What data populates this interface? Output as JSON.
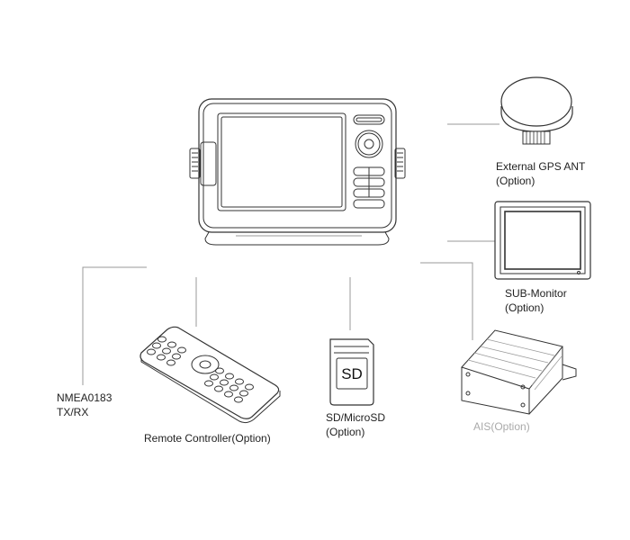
{
  "main_unit": {},
  "devices": {
    "gps": {
      "line1": "External GPS ANT",
      "line2": "(Option)"
    },
    "monitor": {
      "line1": "SUB-Monitor",
      "line2": "(Option)"
    },
    "ais": {
      "line1": "AIS(Option)",
      "color": "#aaaaaa"
    },
    "sd": {
      "line1": "SD/MicroSD",
      "line2": "(Option)",
      "card_text": "SD"
    },
    "remote": {
      "line1": "Remote Controller(Option)"
    },
    "nmea": {
      "line1": "NMEA0183",
      "line2": "TX/RX"
    }
  },
  "colors": {
    "stroke": "#333333",
    "connector": "#999999"
  }
}
